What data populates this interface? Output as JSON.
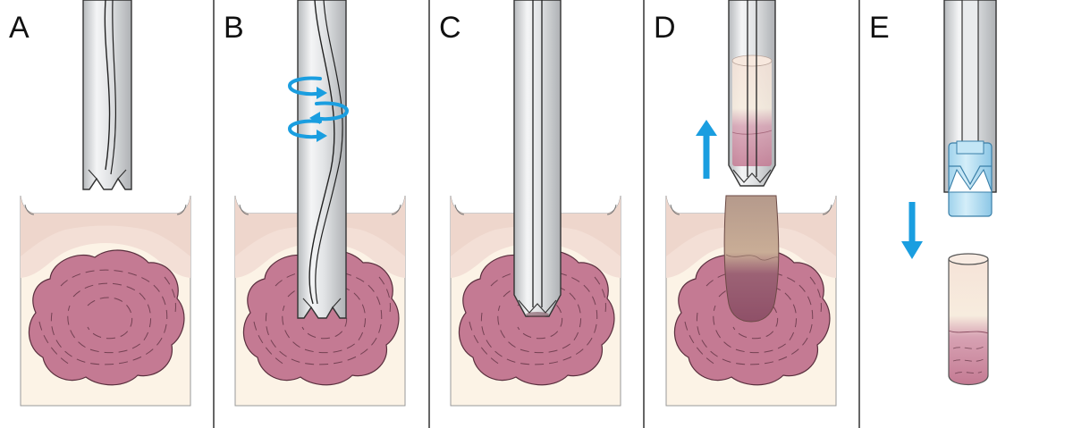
{
  "panels": [
    {
      "label": "A"
    },
    {
      "label": "B"
    },
    {
      "label": "C"
    },
    {
      "label": "D"
    },
    {
      "label": "E"
    }
  ],
  "colors": {
    "background": "#ffffff",
    "divider": "#333333",
    "skin_surface": "#f3dfd6",
    "skin_middle": "#f6e7da",
    "skin_deep": "#fcf3e6",
    "lesion": "#c47a93",
    "lesion_lines": "#5a2f3e",
    "instrument": "#e2e4e6",
    "instrument_outline": "#333333",
    "arrow": "#1a9ee0",
    "plunger": "#bfe3f4"
  },
  "icons": {
    "rotation": "rotation-arrows-icon",
    "withdraw": "up-arrow-icon",
    "eject": "down-arrow-icon"
  }
}
